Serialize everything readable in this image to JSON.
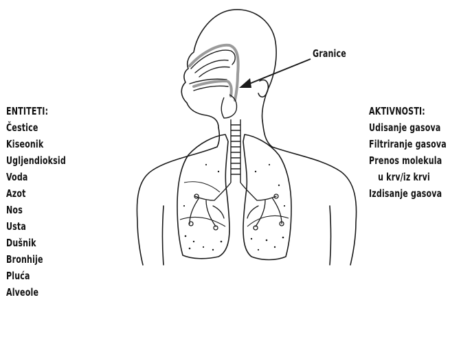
{
  "diagram": {
    "boundary_label": "Granice",
    "entities": {
      "title": "ENTITETI:",
      "items": [
        "Čestice",
        "Kiseonik",
        "Ugljendioksid",
        "Voda",
        "Azot",
        "Nos",
        "Usta",
        "Dušnik",
        "Bronhije",
        "Pluća",
        "Alveole"
      ]
    },
    "activities": {
      "title": "AKTIVNOSTI:",
      "items": [
        "Udisanje gasova",
        "Filtriranje gasova",
        "Prenos molekula",
        "u krv/iz krvi",
        "Izdisanje gasova"
      ]
    },
    "colors": {
      "outline": "#1a1a1a",
      "airway_highlight": "#9a9a9a",
      "background": "#ffffff"
    }
  }
}
